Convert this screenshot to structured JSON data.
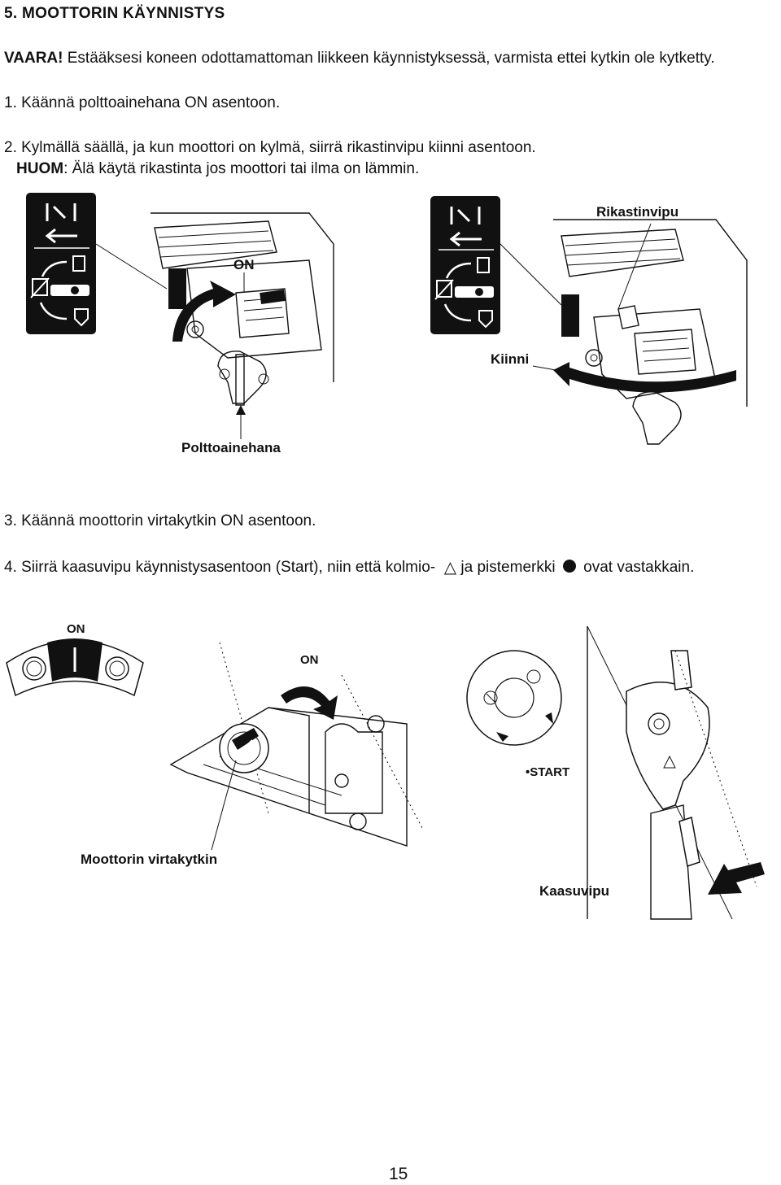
{
  "section_title": "5. MOOTTORIN KÄYNNISTYS",
  "warning": {
    "label": "VAARA!",
    "text": " Estääksesi koneen odottamattoman liikkeen käynnistyksessä, varmista ettei kytkin ole kytketty."
  },
  "steps": {
    "step1": "1. Käännä polttoainehana ON asentoon.",
    "step2": "2. Kylmällä säällä, ja kun moottori on kylmä, siirrä rikastinvipu kiinni asentoon.",
    "note_label": "HUOM",
    "note_text": ": Älä käytä rikastinta jos moottori tai ilma on lämmin.",
    "step3": "3. Käännä moottorin virtakytkin ON asentoon.",
    "step4_a": "4. Siirrä kaasuvipu käynnistysasentoon (Start), niin että kolmio-",
    "step4_b": "ja pistemerkki",
    "step4_c": "ovat vastakkain."
  },
  "figure1": {
    "on_label": "ON",
    "fuel_valve_label": "Polttoainehana",
    "choke_lever_label": "Rikastinvipu",
    "closed_label": "Kiinni"
  },
  "figure2": {
    "on_label_top": "ON",
    "on_label_arrow": "ON",
    "switch_label": "Moottorin virtakytkin",
    "start_label": "START",
    "throttle_label": "Kaasuvipu"
  },
  "page_number": "15"
}
